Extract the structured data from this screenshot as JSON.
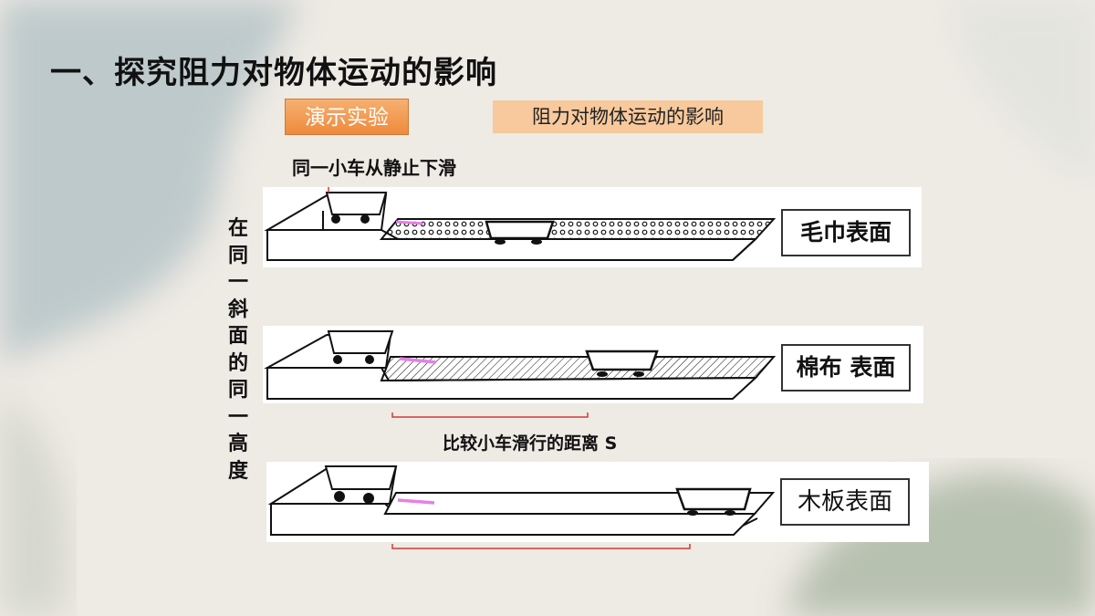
{
  "slide": {
    "title": "一、探究阻力对物体运动的影响",
    "demo_button": "演示实验",
    "topic_tag": "阻力对物体运动的影响",
    "top_note": "同一小车从静止下滑",
    "side_note": "在同一斜面的同一高度",
    "middle_note": "比较小车滑行的距离 S"
  },
  "surfaces": [
    {
      "label": "毛巾表面"
    },
    {
      "label": "棉布 表面"
    },
    {
      "label": "木板表面"
    }
  ],
  "colors": {
    "demo_button": "#ef8a3c",
    "topic_tag": "#f7c99c",
    "start_marker": "#e580e6",
    "distance_bracket": "#d03a3a",
    "background": "#eeeae4"
  }
}
